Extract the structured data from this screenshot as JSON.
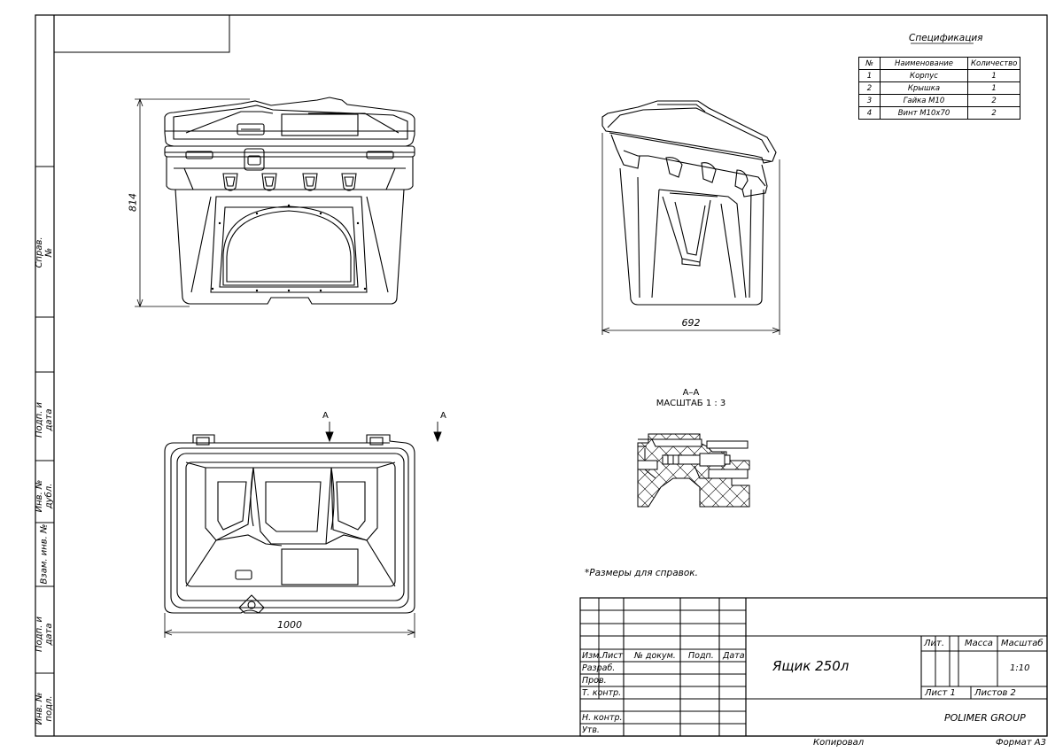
{
  "specification": {
    "title": "Спецификация",
    "headers": [
      "№",
      "Наименование",
      "Количество"
    ],
    "rows": [
      [
        "1",
        "Корпус",
        "1"
      ],
      [
        "2",
        "Крышка",
        "1"
      ],
      [
        "3",
        "Гайка М10",
        "2"
      ],
      [
        "4",
        "Винт М10х70",
        "2"
      ]
    ]
  },
  "dimensions": {
    "height": "814",
    "depth": "692",
    "width": "1000"
  },
  "section": {
    "title": "А–А",
    "scale": "МАСШТАБ 1 : 3",
    "marker_left": "А",
    "marker_right": "А"
  },
  "note": "*Размеры для справок.",
  "side_labels": [
    "Справ. №",
    "Подп. и дата",
    "Инв. № дубл.",
    "Взам. инв. №",
    "Подп. и дата",
    "Инв. № подл."
  ],
  "title_block": {
    "col_headers": [
      "Изм.",
      "Лист",
      "№ докум.",
      "Подп.",
      "Дата"
    ],
    "roles": [
      "Разраб.",
      "Пров.",
      "Т. контр.",
      "Н. контр.",
      "Утв."
    ],
    "document_name": "Ящик 250л",
    "lit_label": "Лит.",
    "mass_label": "Масса",
    "scale_label": "Масштаб",
    "scale_value": "1:10",
    "sheet": "Лист 1",
    "sheets": "Листов 2",
    "company": "POLIMER GROUP",
    "copied": "Копировал",
    "format": "Формат А3"
  }
}
